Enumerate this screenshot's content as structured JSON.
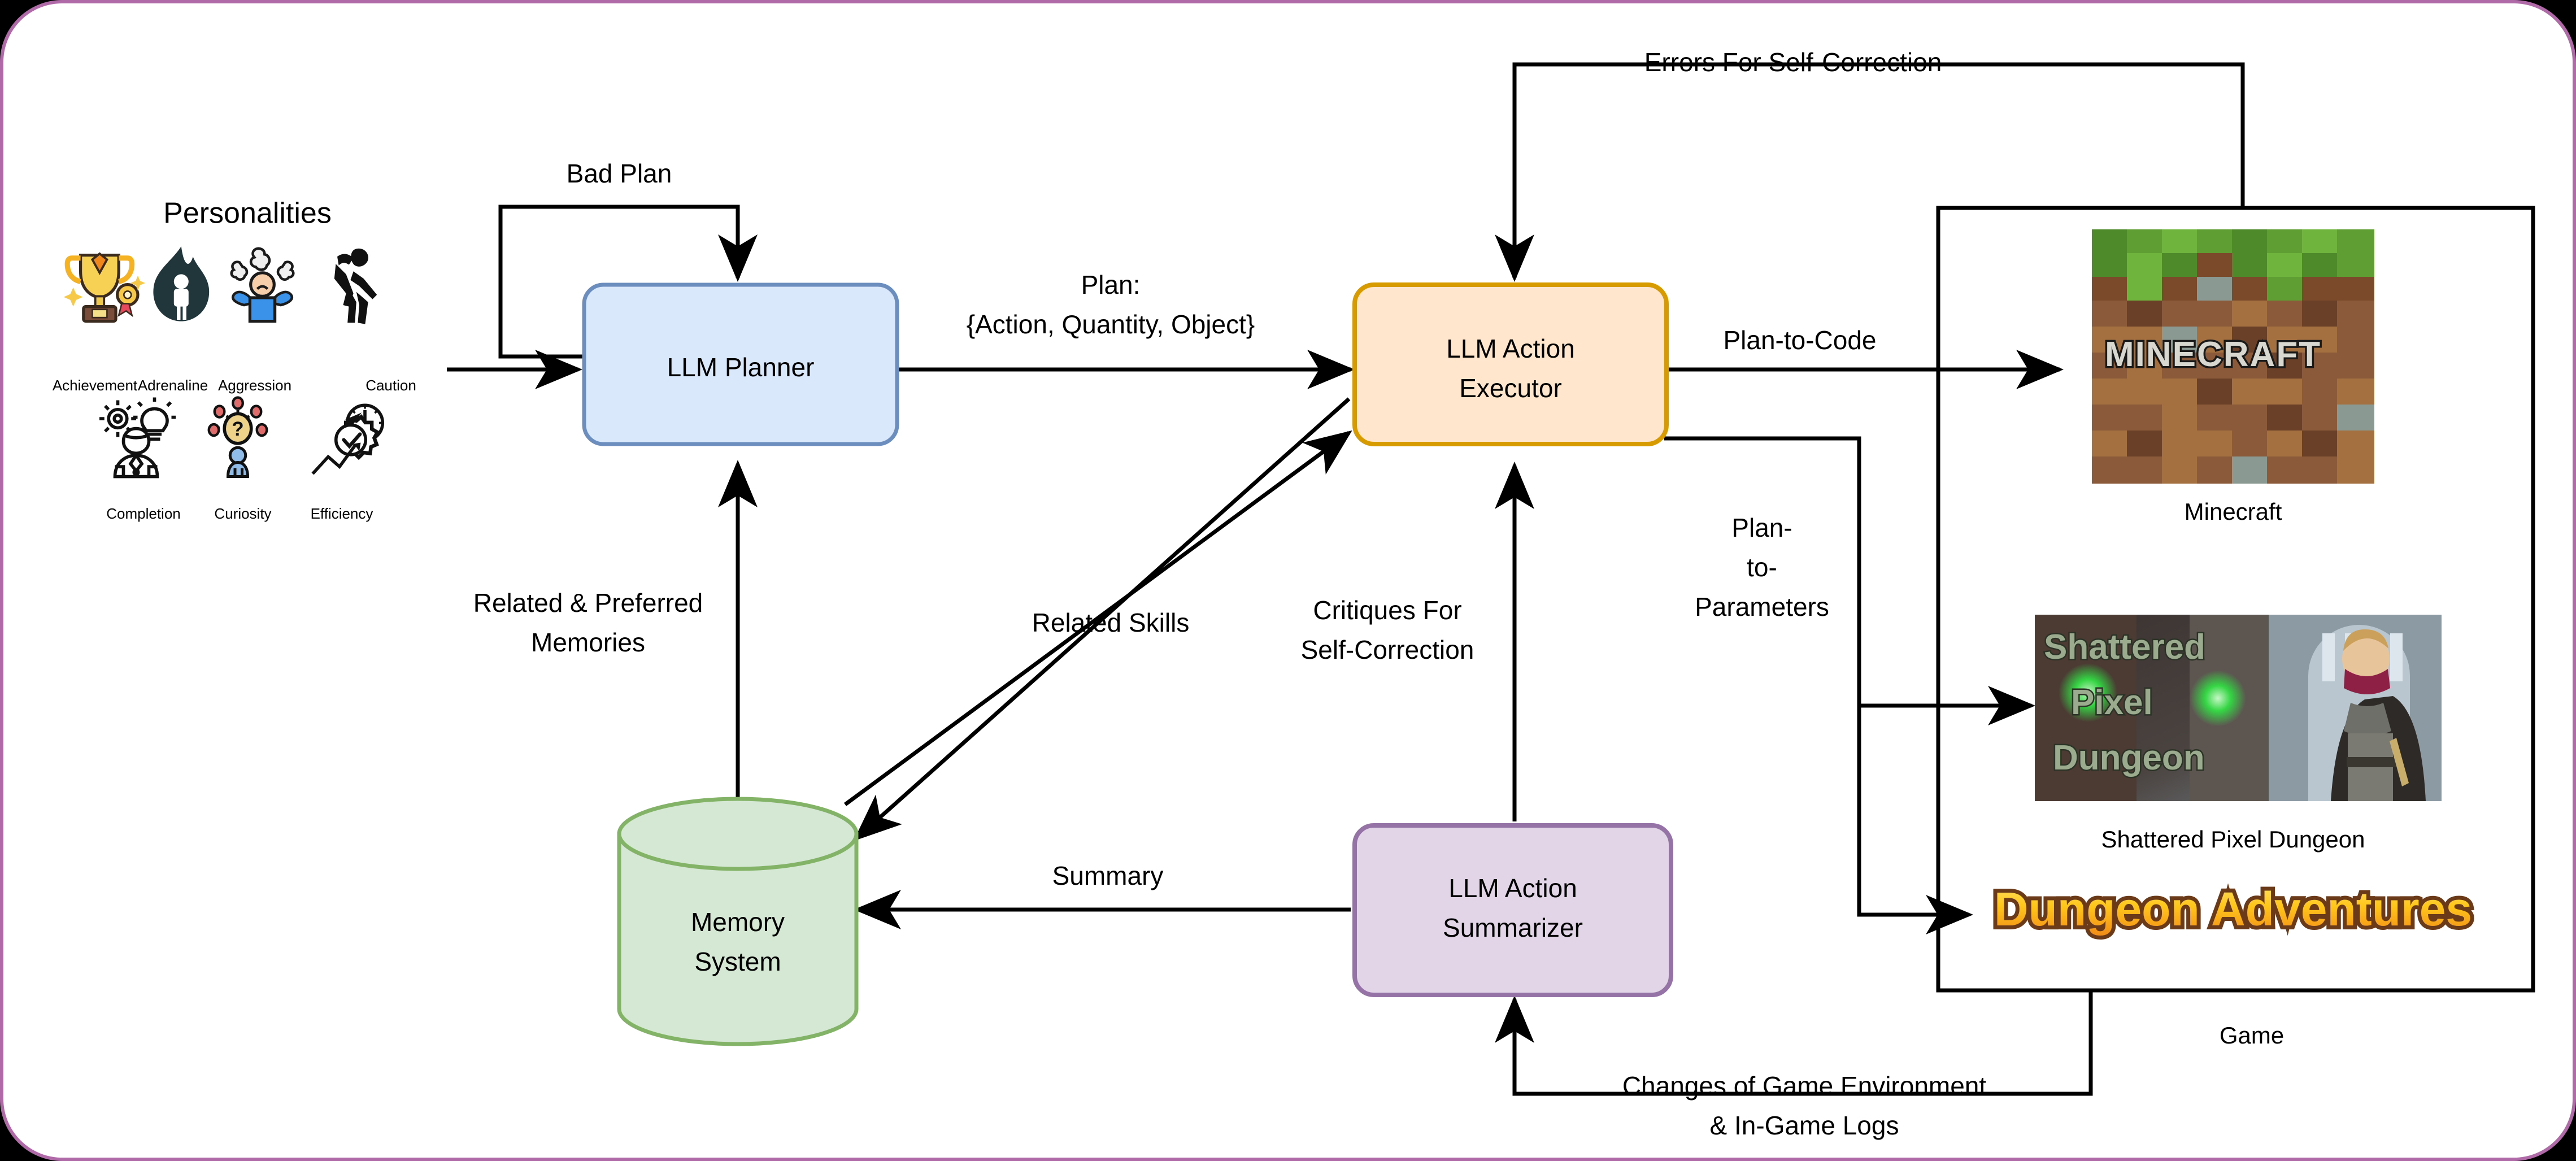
{
  "diagram": {
    "title": "LLM Game Agent Architecture",
    "personalities": {
      "heading": "Personalities",
      "items": [
        {
          "label": "Achievement",
          "icon": "trophy-icon"
        },
        {
          "label": "Adrenaline",
          "icon": "flame-person-icon"
        },
        {
          "label": "Aggression",
          "icon": "angry-person-icon"
        },
        {
          "label": "Caution",
          "icon": "crouching-person-icon"
        },
        {
          "label": "Completion",
          "icon": "gear-lightbulb-person-icon"
        },
        {
          "label": "Curiosity",
          "icon": "question-node-person-icon"
        },
        {
          "label": "Efficiency",
          "icon": "gear-check-clock-icon"
        }
      ]
    },
    "nodes": [
      {
        "id": "planner",
        "label_line1": "LLM Planner",
        "label_line2": "",
        "shape": "rounded-rect",
        "fill": "#dae8fc",
        "stroke": "#6c8ebf"
      },
      {
        "id": "executor",
        "label_line1": "LLM Action",
        "label_line2": "Executor",
        "shape": "rounded-rect",
        "fill": "#ffe6cc",
        "stroke": "#d79b00"
      },
      {
        "id": "memory",
        "label_line1": "Memory",
        "label_line2": "System",
        "shape": "cylinder",
        "fill": "#d5e8d4",
        "stroke": "#82b366"
      },
      {
        "id": "summarizer",
        "label_line1": "LLM Action",
        "label_line2": "Summarizer",
        "shape": "rounded-rect",
        "fill": "#e1d5e7",
        "stroke": "#9673a6"
      }
    ],
    "edges": [
      {
        "id": "bad-plan",
        "label": "Bad Plan"
      },
      {
        "id": "plan",
        "label_line1": "Plan:",
        "label_line2": "{Action, Quantity, Object}"
      },
      {
        "id": "errors",
        "label": "Errors For Self-Correction"
      },
      {
        "id": "plan-to-code",
        "label": "Plan-to-Code"
      },
      {
        "id": "plan-to-params",
        "label_line1": "Plan-",
        "label_line2": "to-",
        "label_line3": "Parameters"
      },
      {
        "id": "memories",
        "label_line1": "Related & Preferred",
        "label_line2": "Memories"
      },
      {
        "id": "related-skills",
        "label": "Related Skills"
      },
      {
        "id": "critiques",
        "label_line1": "Critiques For",
        "label_line2": "Self-Correction"
      },
      {
        "id": "summary",
        "label": "Summary"
      },
      {
        "id": "changes",
        "label_line1": "Changes of Game Environment",
        "label_line2": "& In-Game Logs"
      }
    ],
    "game_panel": {
      "caption": "Game",
      "games": [
        {
          "name": "Minecraft",
          "caption": "Minecraft",
          "logo_text": "MINECRAFT"
        },
        {
          "name": "Shattered Pixel Dungeon",
          "caption": "Shattered Pixel Dungeon",
          "logo_text_lines": [
            "Shattered",
            "Pixel",
            "Dungeon"
          ]
        },
        {
          "name": "Dungeon Adventures",
          "caption": "",
          "logo_text": "Dungeon Adventures"
        }
      ]
    },
    "colors": {
      "frame_border": "#b06aa8",
      "planner_fill": "#dae8fc",
      "planner_stroke": "#6c8ebf",
      "executor_fill": "#ffe6cc",
      "executor_stroke": "#d79b00",
      "memory_fill": "#d5e8d4",
      "memory_stroke": "#82b366",
      "summarizer_fill": "#e1d5e7",
      "summarizer_stroke": "#9673a6",
      "edge": "#000000"
    }
  }
}
